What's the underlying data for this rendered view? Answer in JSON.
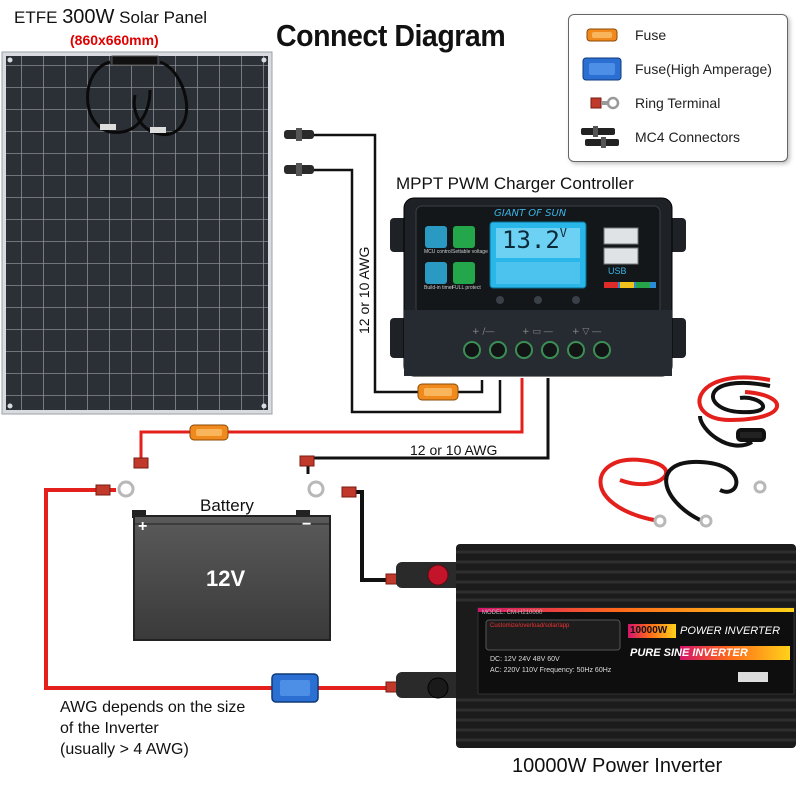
{
  "title": "Connect Diagram",
  "solar_panel": {
    "label_prefix": "ETFE",
    "label_main": "300W",
    "label_suffix": "Solar Panel",
    "dimensions": "(860x660mm)"
  },
  "legend": {
    "items": [
      {
        "icon": "fuse-icon",
        "label": "Fuse",
        "color": "#f08a1c"
      },
      {
        "icon": "high-amperage-fuse-icon",
        "label": "Fuse(High Amperage)",
        "color": "#2a6fd1"
      },
      {
        "icon": "ring-terminal-icon",
        "label": "Ring Terminal",
        "color": "#c0392b"
      },
      {
        "icon": "mc4-connector-icon",
        "label": "MC4 Connectors",
        "color": "#222222"
      }
    ]
  },
  "controller": {
    "label": "MPPT PWM Charger Controller",
    "brand": "GIANT OF SUN",
    "display_value": "13.2",
    "display_unit": "V",
    "left_buttons": [
      "MCU control",
      "Build-in timer"
    ],
    "right_buttons": [
      "Settable voltage",
      "FULL protect"
    ],
    "usb_label": "USB"
  },
  "wires": {
    "pv_gauge": "12 or 10 AWG",
    "battery_gauge": "12 or 10 AWG",
    "inverter_note_line1": "AWG depends on the size",
    "inverter_note_line2": "of the Inverter",
    "inverter_note_line3": "(usually  > 4 AWG)"
  },
  "battery": {
    "label": "Battery",
    "voltage": "12V",
    "positive": "+",
    "negative": "−"
  },
  "inverter": {
    "label": "10000W Power Inverter",
    "badge": "10000W",
    "title_line": "POWER INVERTER",
    "subtitle_line": "PURE SINE INVERTER",
    "model": "MODEL: CM-H210000",
    "dc_options": "DC: 12V  24V  48V  60V",
    "ac_options": "AC: 220V  110V  Frequency: 50Hz  60Hz",
    "display_text": "Customize/overload/solar/app"
  },
  "colors": {
    "positive_wire": "#e3201b",
    "negative_wire": "#111111",
    "fuse": "#f08a1c",
    "hi_fuse": "#2a6fd1",
    "controller_body": "#1e2226",
    "lcd": "#29b6e8",
    "battery_body": "#4a4a4a"
  }
}
